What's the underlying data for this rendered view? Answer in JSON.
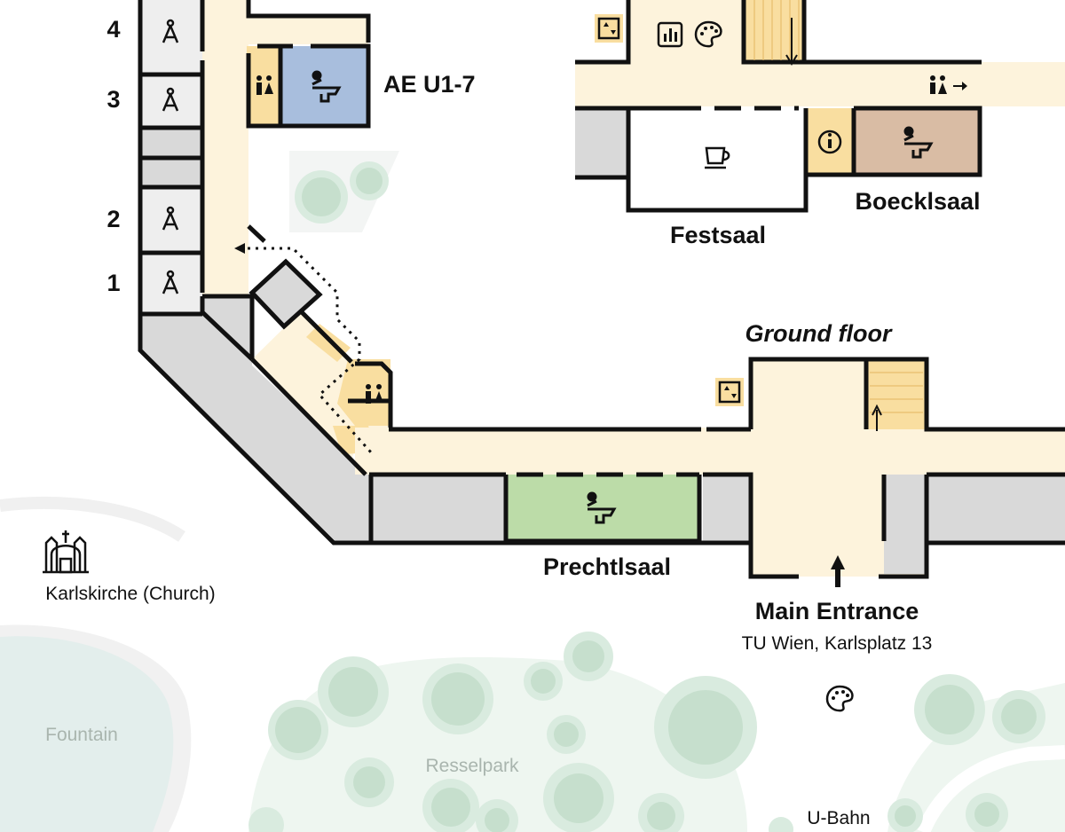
{
  "floor_label": "Ground floor",
  "rooms": {
    "ae": "AE U1-7",
    "boeckl": "Boecklsaal",
    "fest": "Festsaal",
    "prechtl": "Prechtlsaal"
  },
  "entrance": {
    "title": "Main Entrance",
    "address": "TU Wien, Karlsplatz 13"
  },
  "landmarks": {
    "church": "Karlskirche (Church)",
    "fountain": "Fountain",
    "park": "Resselpark",
    "ubahn": "U-Bahn"
  },
  "drawing_rooms": [
    "4",
    "3",
    "2",
    "1"
  ],
  "icons": [
    "elevator-icon",
    "chart-icon",
    "palette-icon",
    "restroom-icon",
    "lectern-icon",
    "info-icon",
    "coffee-icon",
    "church-icon",
    "stairs-icon"
  ],
  "colors": {
    "corridor": "#fdf3dc",
    "gray_room": "#d9d9d9",
    "light_room": "#eeeeee",
    "service": "#f9dea0",
    "ae_room": "#a8bedd",
    "boeckl_room": "#d9bca4",
    "prechtl_room": "#bcdca8",
    "park_green": "#d9ebdf",
    "fountain_blue": "#e3eeec"
  }
}
